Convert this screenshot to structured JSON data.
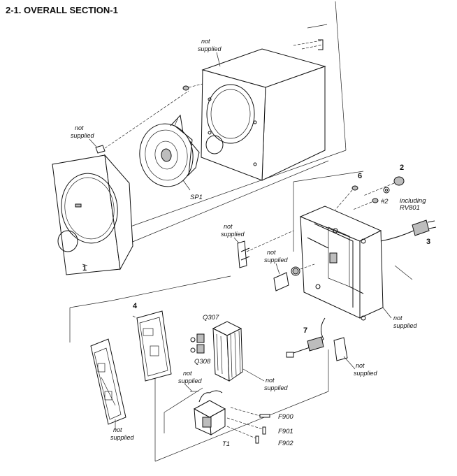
{
  "header": {
    "title": "2-1.  OVERALL SECTION-1"
  },
  "labels": {
    "not_supplied_enclosure": [
      "not",
      "supplied"
    ],
    "not_supplied_grille_clip": [
      "not",
      "supplied"
    ],
    "not_supplied_bracket": [
      "not",
      "supplied"
    ],
    "not_supplied_terminal": [
      "not",
      "supplied"
    ],
    "not_supplied_panel_right": [
      "not",
      "supplied"
    ],
    "not_supplied_cable_clip": [
      "not",
      "supplied"
    ],
    "not_supplied_heatsink": [
      "not",
      "supplied"
    ],
    "not_supplied_transformer": [
      "not",
      "supplied"
    ],
    "not_supplied_chassis": [
      "not",
      "supplied"
    ],
    "including": [
      "including",
      "RV801"
    ]
  },
  "parts": {
    "p1": "1",
    "p2": "2",
    "p3": "3",
    "p4": "4",
    "p6": "6",
    "p7": "7",
    "screw2": "#2",
    "sp1": "SP1",
    "q307": "Q307",
    "q308": "Q308",
    "t1": "T1",
    "f900": "F900",
    "f901": "F901",
    "f902": "F902"
  }
}
